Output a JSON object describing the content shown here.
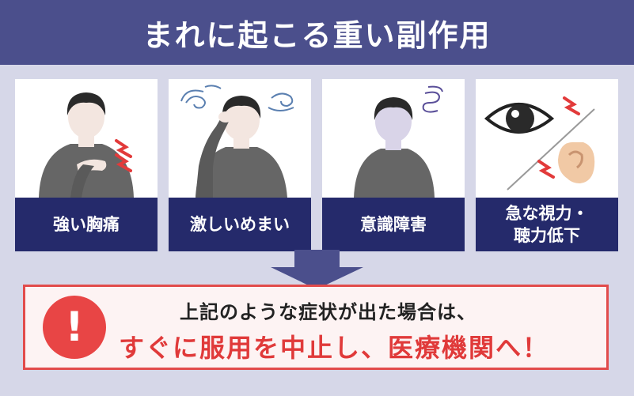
{
  "header": {
    "title": "まれに起こる重い副作用"
  },
  "cards": [
    {
      "label": "強い胸痛",
      "icon": "chest-pain-person-icon"
    },
    {
      "label": "激しいめまい",
      "icon": "dizzy-person-icon"
    },
    {
      "label": "意識障害",
      "icon": "unconscious-person-icon"
    },
    {
      "label": "急な視力・\n聴力低下",
      "icon": "eye-ear-icon"
    }
  ],
  "warning": {
    "line1": "上記のような症状が出た場合は、",
    "line2": "すぐに服用を中止し、医療機関へ！",
    "icon": "exclamation-icon",
    "icon_glyph": "!"
  },
  "colors": {
    "header_bg": "#4b4f8c",
    "label_bg": "#252a6b",
    "page_bg": "#d6d7e8",
    "alert_red": "#e84545",
    "alert_text": "#e03a3a",
    "arrow": "#4b4f8c"
  }
}
